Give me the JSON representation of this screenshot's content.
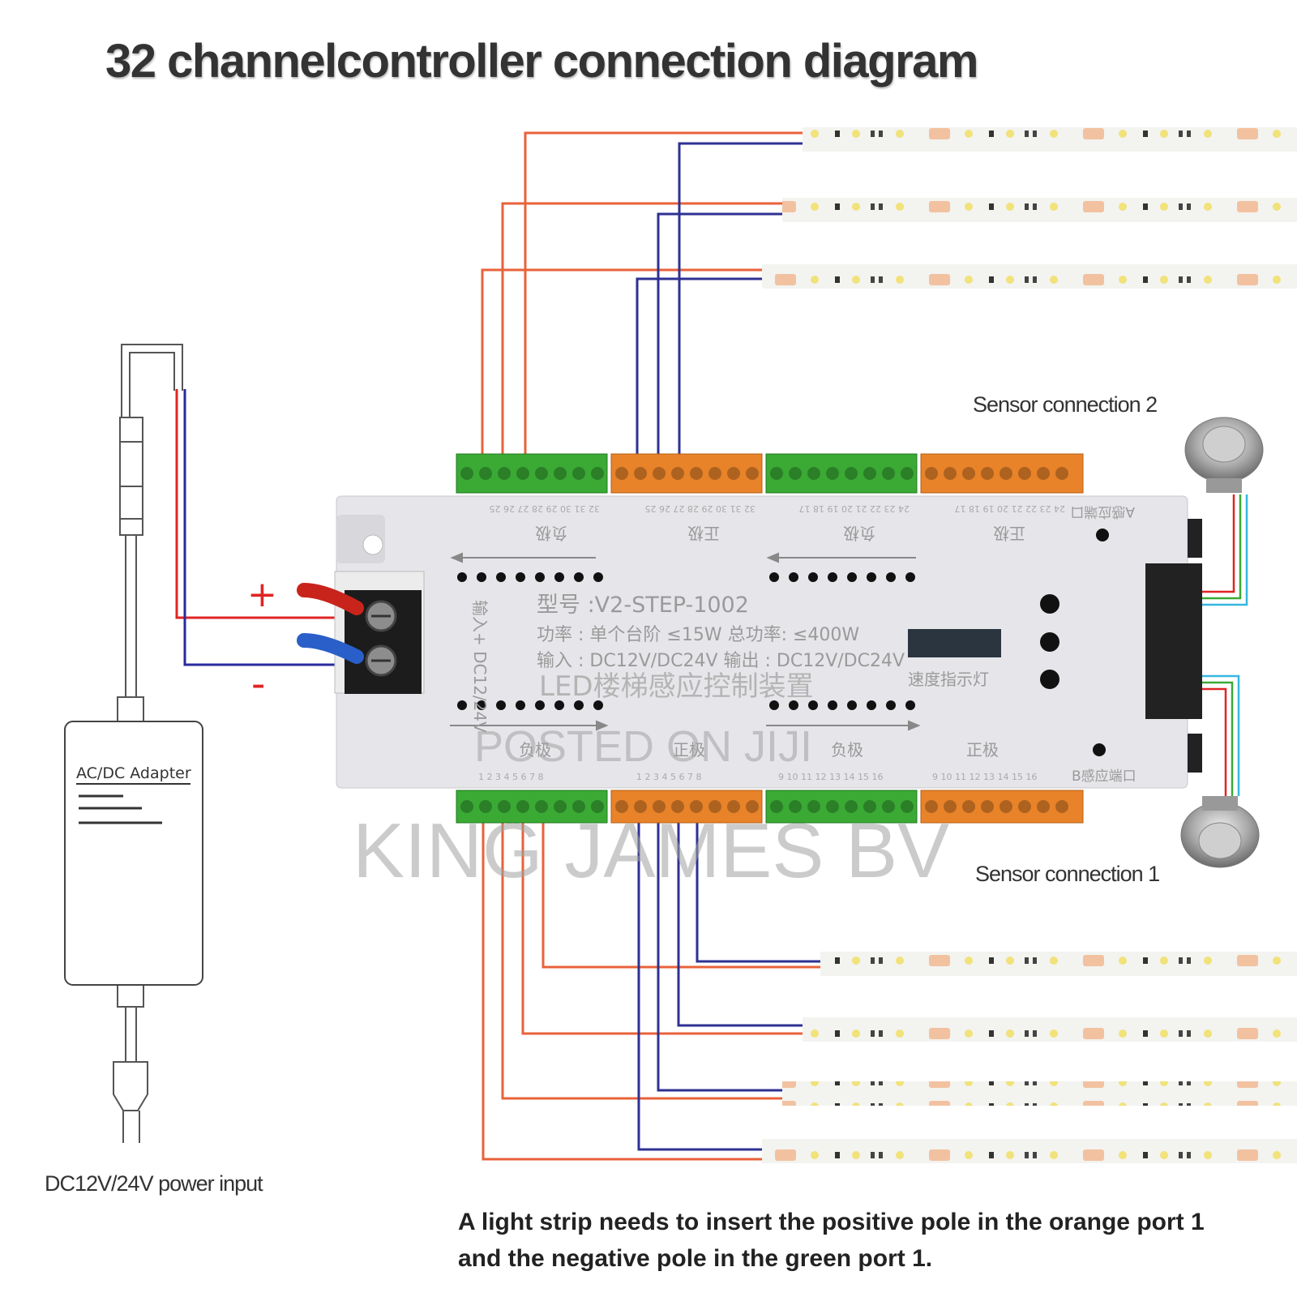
{
  "title": "32 channelcontroller connection diagram",
  "labels": {
    "sensor2": "Sensor connection 2",
    "sensor1": "Sensor connection 1",
    "power_input": "DC12V/24V power input",
    "adapter": "AC/DC Adapter",
    "plus": "+",
    "minus": "-"
  },
  "controller": {
    "model": "型号 :V2-STEP-1002",
    "power": "功率 : 单个台阶 ≤15W 总功率: ≤400W",
    "io": "输入 : DC12V/DC24V  输出 : DC12V/DC24V",
    "name": "LED楼梯感应控制装置",
    "speed_indicator": "速度指示灯",
    "input_side": "输入+ DC12/24V",
    "neg_label": "负极",
    "pos_label": "正极",
    "sensor_port_a": "A感应端口",
    "sensor_port_b": "B感应端口",
    "top_numbers_1": "32 31 30 29 28 27 26 25",
    "top_numbers_2": "32 31 30 29 28 27 26 25",
    "top_numbers_3": "24 23 22 21 20 19 18 17",
    "top_numbers_4": "24 23 22 21 20 19 18 17",
    "bottom_numbers_1": "1 2 3 4 5 6 7 8",
    "bottom_numbers_2": "1 2 3 4 5 6 7 8",
    "bottom_numbers_3": "9 10 11 12 13 14 15 16",
    "bottom_numbers_4": "9 10 11 12 13 14 15 16"
  },
  "note": {
    "line1": "A light strip needs to insert the positive pole in the orange port 1",
    "line2": "and the negative pole in the green port 1."
  },
  "watermark": {
    "line1": "POSTED ON JIJI",
    "line2": "KING JAMES BV"
  },
  "colors": {
    "positive_wire": "#e8623a",
    "negative_wire": "#2e3192",
    "green_terminal": "#3aaa35",
    "orange_terminal": "#e8832a",
    "power_red": "#e02424",
    "power_blue": "#2a2a9e"
  }
}
